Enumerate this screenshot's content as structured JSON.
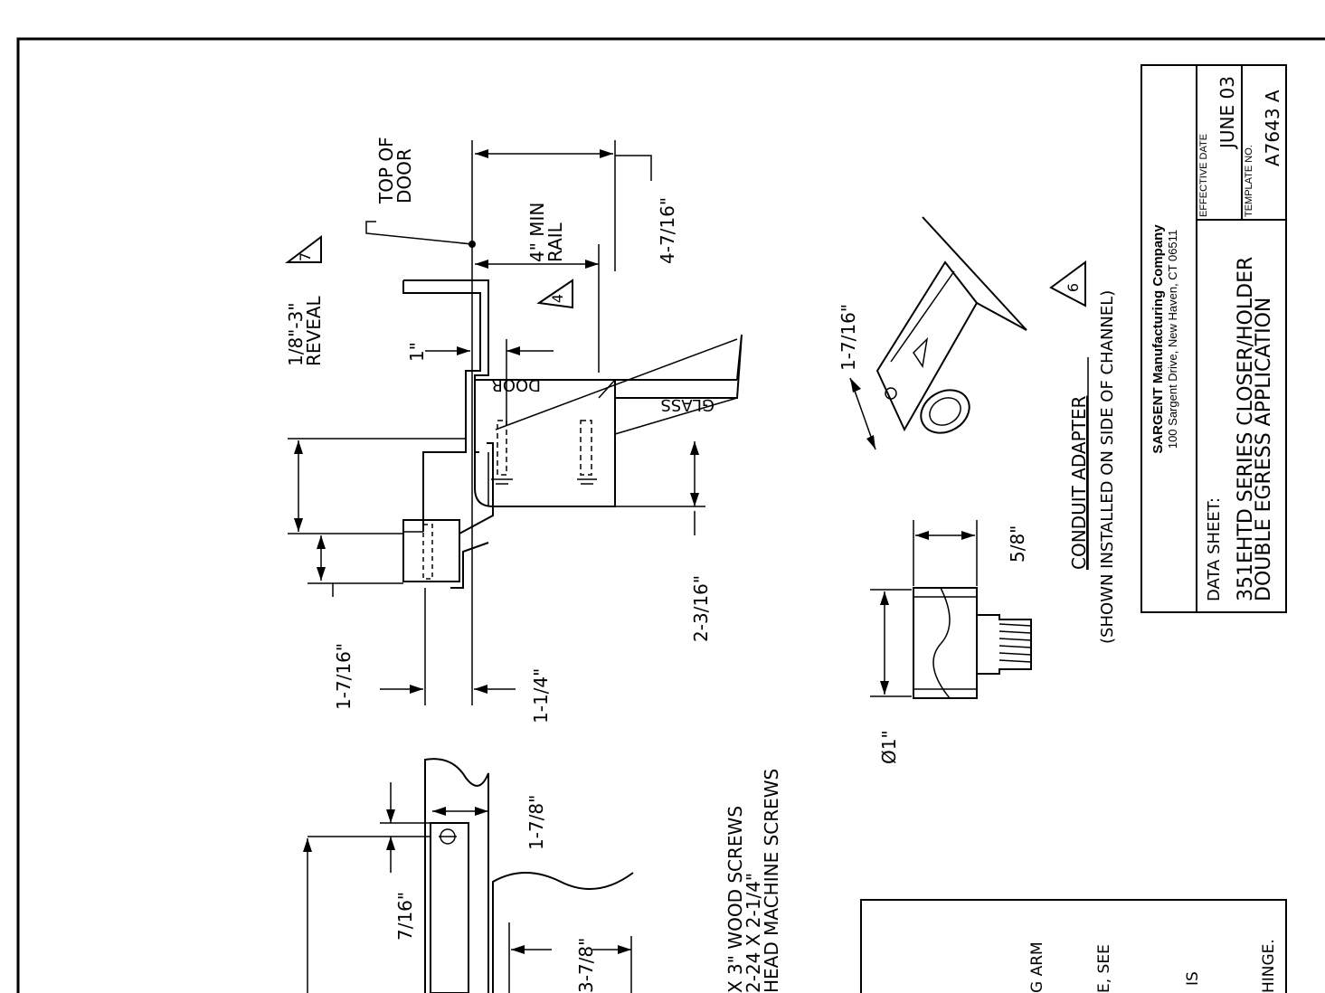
{
  "title_block": {
    "company": "SARGENT Manufacturing Company",
    "address": "100 Sargent Drive, New Haven, CT 06511",
    "sheet_label": "DATA SHEET:",
    "sheet_title_1": "351EHTD SERIES CLOSER/HOLDER",
    "sheet_title_2": "DOUBLE EGRESS APPLICATION",
    "effective_label": "EFFECTIVE DATE",
    "effective_value": "JUNE 03",
    "template_label": "TEMPLATE NO.",
    "template_value": "A7643 A"
  },
  "section_view": {
    "top_of_door": [
      "TOP OF",
      "DOOR"
    ],
    "reveal": [
      "1/8\"-3\"",
      "REVEAL"
    ],
    "reveal_note": "7",
    "min_rail": [
      "4\" MIN",
      "RAIL"
    ],
    "rail_note": "4",
    "dim_4_7_16": "4-7/16\"",
    "dim_1": "1\"",
    "dim_1_7_16": "1-7/16\"",
    "dim_1_1_4": "1-1/4\"",
    "dim_2_3_16": "2-3/16\"",
    "door_label": "DOOR",
    "glass_label": "GLASS"
  },
  "conduit": {
    "title": "CONDUIT ADAPTER",
    "subtitle": "(SHOWN INSTALLED ON SIDE OF CHANNEL)",
    "note": "6",
    "dim_1_7_16": "1-7/16\"",
    "dim_5_8": "5/8\"",
    "dim_diam": "Ø1\""
  },
  "lower_view": {
    "dim_7_16": "7/16\"",
    "dim_1_7_8": "1-7/8\"",
    "dim_3_7_8": "3-7/8\""
  },
  "screws_note": [
    "X 3\" WOOD SCREWS",
    "2-24 X 2-1/4\"",
    "HEAD MACHINE SCREWS"
  ],
  "notes_box": [
    "G ARM",
    "E, SEE",
    "IS",
    "HINGE."
  ]
}
